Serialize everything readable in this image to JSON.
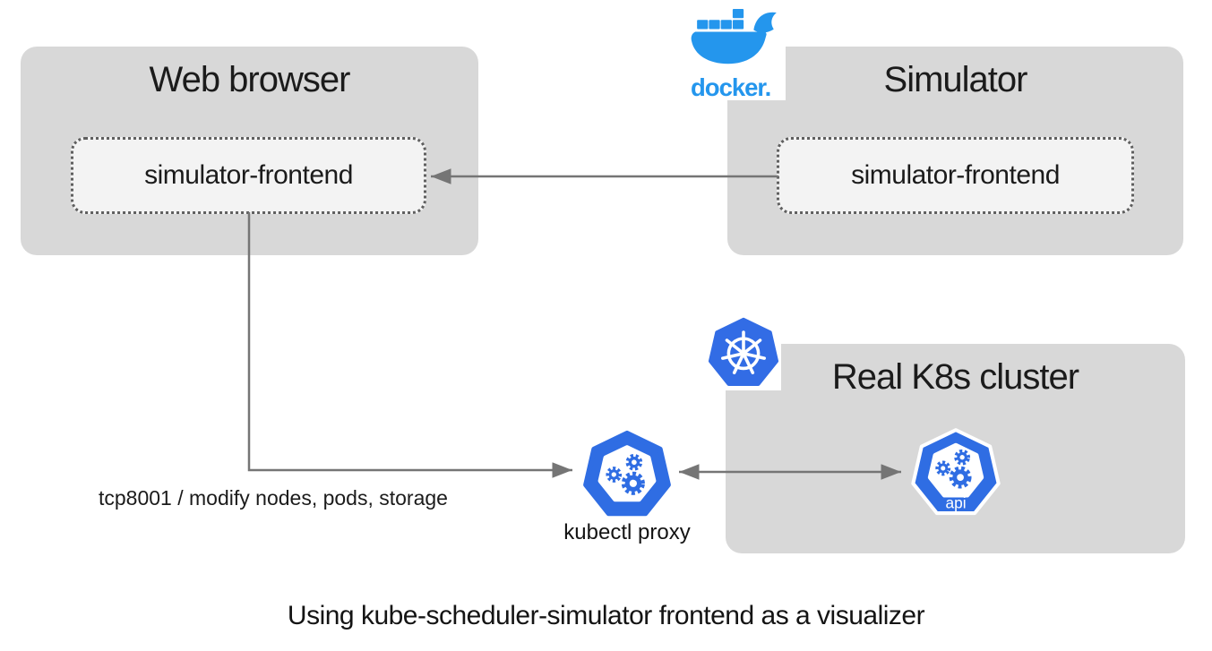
{
  "diagram": {
    "caption": "Using kube-scheduler-simulator frontend as a visualizer",
    "web_browser": {
      "title": "Web browser",
      "component": "simulator-frontend"
    },
    "simulator": {
      "title": "Simulator",
      "component": "simulator-frontend"
    },
    "real_cluster": {
      "title": "Real K8s cluster",
      "api_icon_label": "api"
    },
    "kubectl_proxy": {
      "label": "kubectl proxy"
    },
    "edges": {
      "browser_to_proxy_label": "tcp8001 / modify nodes, pods, storage"
    },
    "docker": {
      "wordmark": "docker."
    }
  },
  "colors": {
    "group_box_fill": "#d8d8d8",
    "component_fill": "#f3f3f3",
    "dotted_border": "#5f5f5f",
    "arrow": "#757575",
    "docker_blue": "#2496ED",
    "kubernetes_blue": "#326CE5",
    "text": "#1b1b1b",
    "background": "#ffffff"
  }
}
